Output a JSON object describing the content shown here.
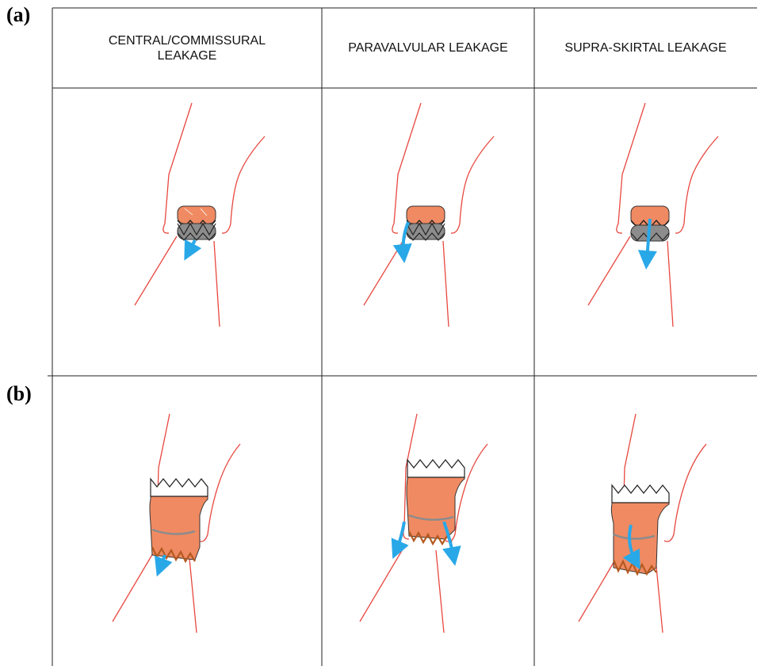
{
  "panel_labels": {
    "a": "(a)",
    "b": "(b)"
  },
  "columns": [
    {
      "header_line1": "CENTRAL/COMMISSURAL",
      "header_line2": "LEAKAGE"
    },
    {
      "header_line1": "PARAVALVULAR LEAKAGE",
      "header_line2": ""
    },
    {
      "header_line1": "SUPRA-SKIRTAL LEAKAGE",
      "header_line2": ""
    }
  ],
  "colors": {
    "vessel_outline": "#e8473f",
    "valve_tissue": "#f08a62",
    "stent_frame": "#7a7a7a",
    "leak_arrow": "#29a8e8",
    "grid": "#222222"
  },
  "icons": {
    "row_a": "compact-transcatheter-valve",
    "row_b": "tall-transcatheter-valve",
    "leak": "blue-flow-arrow"
  }
}
